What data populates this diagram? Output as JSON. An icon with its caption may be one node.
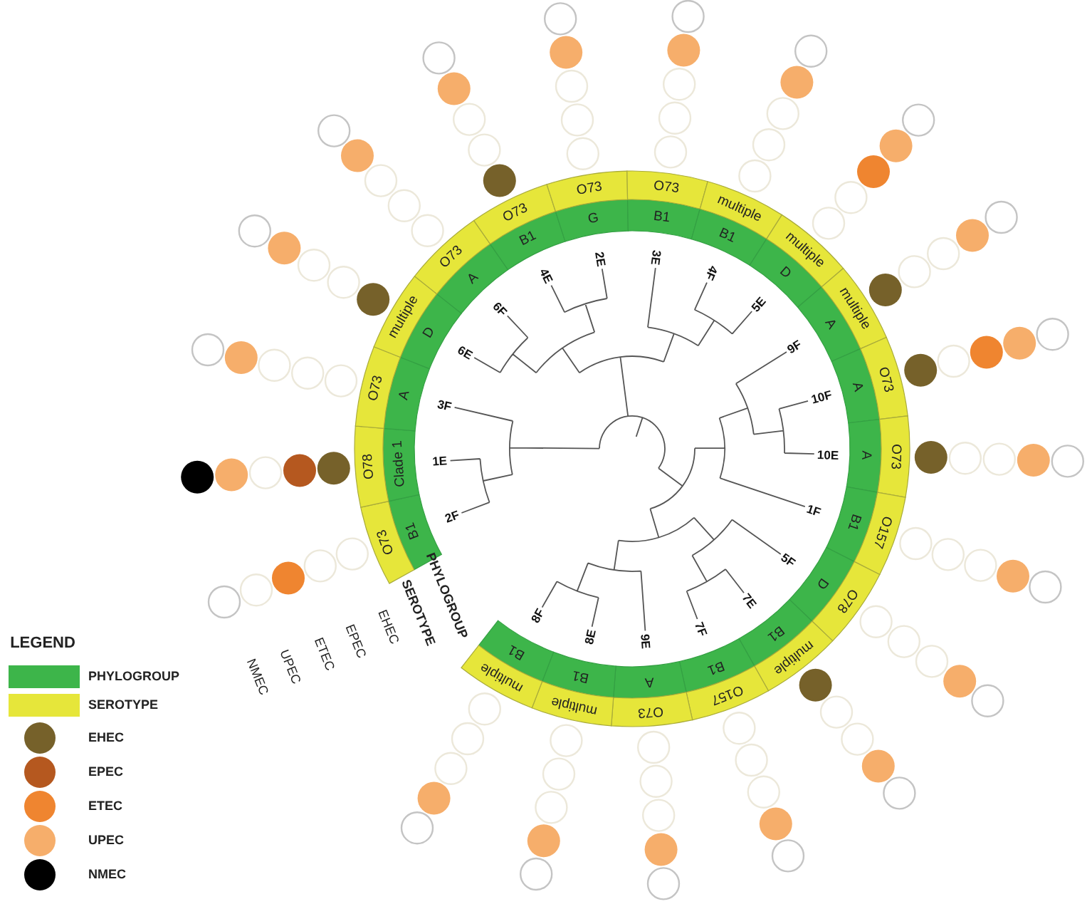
{
  "diagram": {
    "nodes": [
      {
        "text": [
          "B1",
          "O73"
        ]
      },
      {
        "text": [
          "Clade 1",
          "O78"
        ]
      },
      {
        "text": [
          "A",
          "O73"
        ]
      },
      {
        "text": [
          "D",
          "multiple"
        ]
      },
      {
        "text": [
          "A",
          "O73"
        ]
      },
      {
        "text": [
          "B1",
          "O73"
        ]
      },
      {
        "text": [
          "G",
          "O73"
        ]
      },
      {
        "text": [
          "B1",
          "O73"
        ]
      },
      {
        "text": [
          "B1",
          "multiple"
        ]
      },
      {
        "text": [
          "D",
          "multiple"
        ]
      },
      {
        "text": [
          "A",
          "multiple"
        ]
      },
      {
        "text": [
          "A",
          "O73"
        ]
      },
      {
        "text": [
          "A",
          "O73"
        ]
      },
      {
        "text": [
          "B1",
          "O157"
        ]
      },
      {
        "text": [
          "D",
          "O78"
        ]
      },
      {
        "text": [
          "B1",
          "multiple"
        ]
      },
      {
        "text": [
          "B1",
          "O157"
        ]
      },
      {
        "text": [
          "A",
          "O73"
        ]
      },
      {
        "text": [
          "B1",
          "multiple"
        ]
      },
      {
        "text": [
          "B1",
          "multiple"
        ]
      }
    ],
    "labels": [
      "2F",
      "1E",
      "3F",
      "6E",
      "6F",
      "4E",
      "2E",
      "3E",
      "4F",
      "5E",
      "9F",
      "10F",
      "10E",
      "1F",
      "5F",
      "7E",
      "7F",
      "9E",
      "8E",
      "8F",
      "PHYLOGROUP",
      "SEROTYPE",
      "EHEC",
      "EPEC",
      "ETEC",
      "UPEC",
      "NMEC",
      "LEGEND"
    ],
    "legend": [
      {
        "text": "PHYLOGROUP",
        "color": "#3db54a"
      },
      {
        "text": "SEROTYPE",
        "color": "#e6e63a"
      },
      {
        "text": "EHEC",
        "color": "#76612a"
      },
      {
        "text": "EPEC",
        "color": "#b5581f"
      },
      {
        "text": "ETEC",
        "color": "#ef8530"
      },
      {
        "text": "UPEC",
        "color": "#f6ae6b"
      },
      {
        "text": "NMEC",
        "color": "#000000"
      }
    ]
  }
}
